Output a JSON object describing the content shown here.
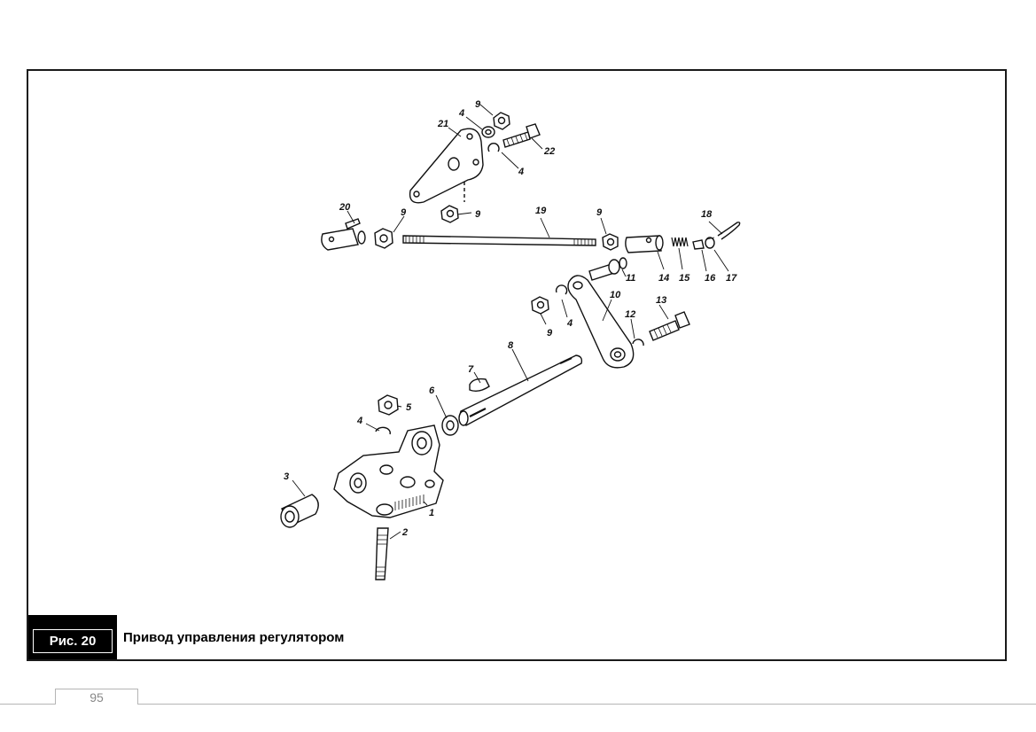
{
  "figure": {
    "number_label": "Рис. 20",
    "caption": "Привод управления регулятором"
  },
  "page": {
    "number": "95"
  },
  "callouts": [
    {
      "id": "c1",
      "text": "1"
    },
    {
      "id": "c2",
      "text": "2"
    },
    {
      "id": "c3",
      "text": "3"
    },
    {
      "id": "c4a",
      "text": "4"
    },
    {
      "id": "c5",
      "text": "5"
    },
    {
      "id": "c6",
      "text": "6"
    },
    {
      "id": "c7",
      "text": "7"
    },
    {
      "id": "c8",
      "text": "8"
    },
    {
      "id": "c9a",
      "text": "9"
    },
    {
      "id": "c4b",
      "text": "4"
    },
    {
      "id": "c10",
      "text": "10"
    },
    {
      "id": "c12",
      "text": "12"
    },
    {
      "id": "c13",
      "text": "13"
    },
    {
      "id": "c11",
      "text": "11"
    },
    {
      "id": "c14",
      "text": "14"
    },
    {
      "id": "c15",
      "text": "15"
    },
    {
      "id": "c16",
      "text": "16"
    },
    {
      "id": "c17",
      "text": "17"
    },
    {
      "id": "c18",
      "text": "18"
    },
    {
      "id": "c19",
      "text": "19"
    },
    {
      "id": "c9b",
      "text": "9"
    },
    {
      "id": "c9c",
      "text": "9"
    },
    {
      "id": "c20",
      "text": "20"
    },
    {
      "id": "c9d",
      "text": "9"
    },
    {
      "id": "c21",
      "text": "21"
    },
    {
      "id": "c4c",
      "text": "4"
    },
    {
      "id": "c9e",
      "text": "9"
    },
    {
      "id": "c22",
      "text": "22"
    },
    {
      "id": "c4d",
      "text": "4"
    }
  ],
  "colors": {
    "frame": "#1a1a1a",
    "caption_bg": "#000000",
    "caption_text": "#ffffff",
    "footer_line": "#b5b5b5",
    "page_number": "#888888"
  }
}
